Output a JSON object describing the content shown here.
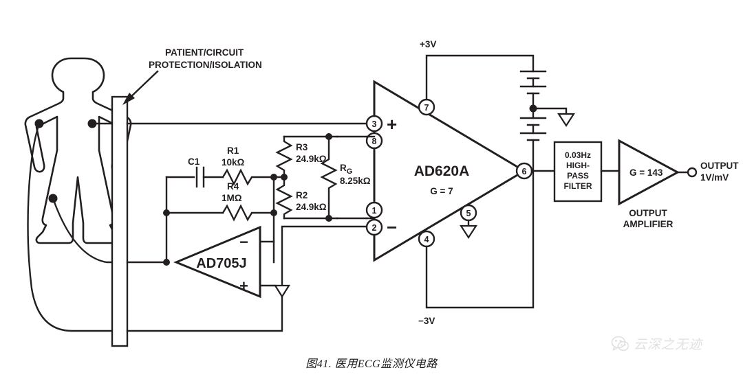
{
  "figure": {
    "caption": "图41. 医用ECG监测仪电路",
    "annotation_line1": "PATIENT/CIRCUIT",
    "annotation_line2": "PROTECTION/ISOLATION"
  },
  "components": {
    "c1": {
      "ref": "C1"
    },
    "r1": {
      "ref": "R1",
      "value": "10kΩ"
    },
    "r4": {
      "ref": "R4",
      "value": "1MΩ"
    },
    "r3": {
      "ref": "R3",
      "value": "24.9kΩ"
    },
    "r2": {
      "ref": "R2",
      "value": "24.9kΩ"
    },
    "rg": {
      "ref": "R",
      "ref_sub": "G",
      "value": "8.25kΩ"
    }
  },
  "amplifiers": {
    "instrumentation": {
      "name": "AD620A",
      "gain": "G = 7",
      "plus_sign": "+",
      "minus_sign": "−",
      "pins": [
        "3",
        "8",
        "1",
        "2",
        "7",
        "6",
        "5",
        "4"
      ]
    },
    "buffer": {
      "name": "AD705J",
      "minus_sign": "−",
      "plus_sign": "+"
    },
    "output": {
      "gain": "G = 143",
      "label_line1": "OUTPUT",
      "label_line2": "AMPLIFIER"
    }
  },
  "filter": {
    "line1": "0.03Hz",
    "line2": "HIGH-",
    "line3": "PASS",
    "line4": "FILTER"
  },
  "supply": {
    "positive": "+3V",
    "negative": "−3V"
  },
  "output": {
    "label_line1": "OUTPUT",
    "label_line2": "1V/mV"
  },
  "watermark": {
    "text": "云深之无迹"
  },
  "colors": {
    "ink": "#231f20",
    "background": "#ffffff"
  }
}
